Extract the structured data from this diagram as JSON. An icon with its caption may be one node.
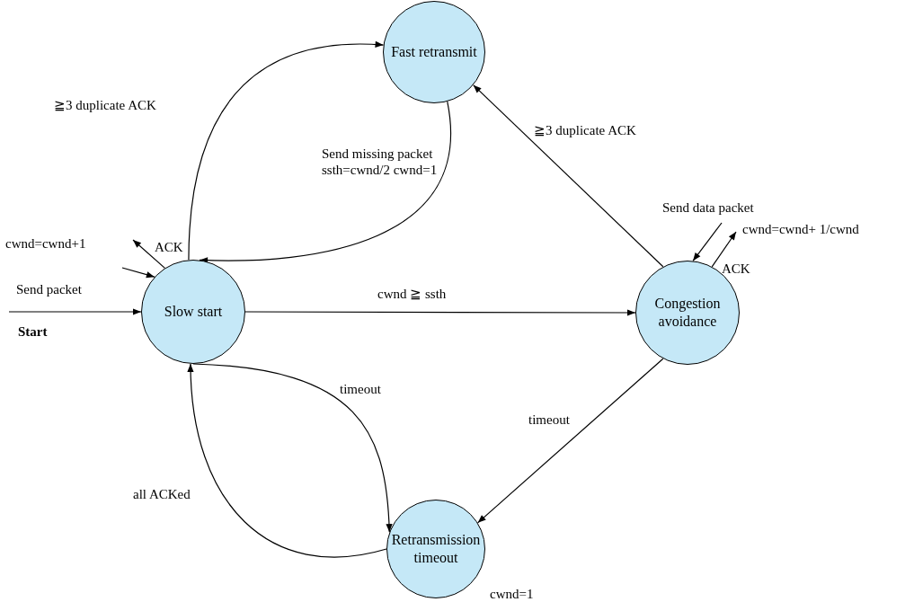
{
  "diagram": {
    "nodes": [
      {
        "text": [
          "Fast retransmit"
        ]
      },
      {
        "text": [
          "Slow start"
        ]
      },
      {
        "text": [
          "Congestion avoidance"
        ]
      },
      {
        "text": [
          "Retransmission timeout"
        ],
        "beside": [
          "cwnd=1"
        ]
      }
    ],
    "edges": [
      {
        "from": 1,
        "to": 0,
        "arrow": "to",
        "label": "≧3 duplicate ACK"
      },
      {
        "from": 0,
        "to": 1,
        "arrow": "to",
        "label": "Send missing packet ssth=cwnd/2 cwnd=1"
      },
      {
        "from": 2,
        "to": 0,
        "arrow": "to",
        "label": "≧3 duplicate ACK"
      },
      {
        "from": 1,
        "to": 2,
        "arrow": "to",
        "label": "cwnd ≧ ssth"
      },
      {
        "from": 2,
        "to": 3,
        "arrow": "to",
        "label": "timeout"
      },
      {
        "from": 1,
        "to": 3,
        "arrow": "to",
        "label": "timeout"
      },
      {
        "from": 3,
        "to": 1,
        "arrow": "to",
        "label": "all ACKed"
      },
      {
        "from": null,
        "to": 1,
        "arrow": "to",
        "label": "Send packet"
      },
      {
        "from": null,
        "to": 1,
        "arrow": "to",
        "label": "cwnd=cwnd+1"
      },
      {
        "from": 1,
        "to": null,
        "arrow": "to",
        "label": "ACK"
      },
      {
        "from": null,
        "to": 2,
        "arrow": "to",
        "label": "Send data packet"
      },
      {
        "from": 2,
        "to": null,
        "arrow": "to",
        "label": "cwnd=cwnd+ 1/cwnd"
      }
    ],
    "labels": [
      "Start",
      "ACK"
    ]
  }
}
